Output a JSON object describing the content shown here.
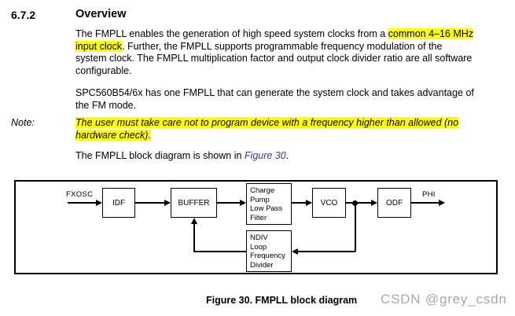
{
  "colors": {
    "highlight": "#ffff00",
    "link_blue": "#3333cc",
    "watermark_gray": "#a8a8a8",
    "text": "#000000"
  },
  "heading": {
    "number": "6.7.2",
    "title": "Overview"
  },
  "paragraph1": {
    "runs": [
      "The FMPLL enables the generation of high speed system clocks from a ",
      "common 4–16 MHz",
      "input clock",
      ". Further, the FMPLL supports programmable frequency modulation of the",
      "system clock. The FMPLL multiplication factor and output clock divider ratio are all software",
      "configurable."
    ]
  },
  "paragraph2": {
    "lines": [
      "SPC560B54/6x has one FMPLL that can generate the system clock and takes advantage of",
      "the FM mode."
    ]
  },
  "note": {
    "label": "Note:",
    "lines": [
      "The user must take care not to program device with a frequency higher than allowed (no",
      "hardware check)."
    ]
  },
  "paragraph3": {
    "before_link": "The FMPLL block diagram is shown in ",
    "link": "Figure 30",
    "after_link": "."
  },
  "diagram": {
    "signals": {
      "input": "FXOSC",
      "output": "PHI"
    },
    "blocks": {
      "idf": "IDF",
      "buffer": "BUFFER",
      "charge_pump": "Charge\nPump\nLow Pass\nFilter",
      "vco": "VCO",
      "odf": "ODF",
      "ndiv": "NDIV\nLoop\nFrequency\nDivider"
    }
  },
  "caption": "Figure 30. FMPLL block diagram",
  "watermark": "CSDN @grey_csdn"
}
